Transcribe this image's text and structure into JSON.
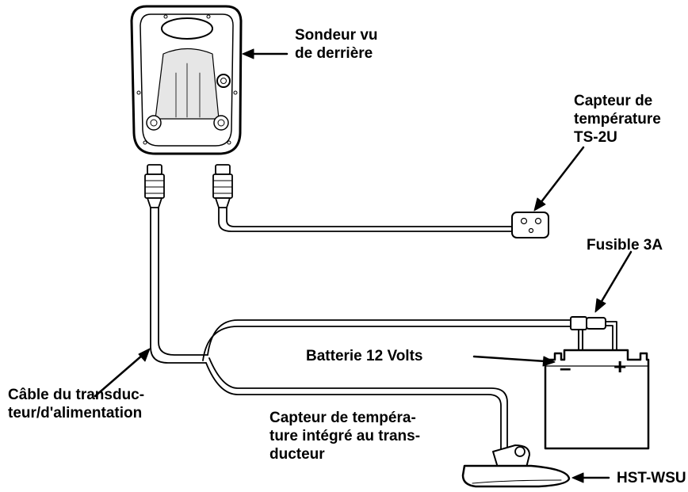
{
  "labels": {
    "sounder": [
      "Sondeur vu",
      "de derrière"
    ],
    "temp_sensor": [
      "Capteur de",
      "température",
      "TS-2U"
    ],
    "fuse": "Fusible 3A",
    "battery": "Batterie 12 Volts",
    "cable": [
      "Câble du transduc-",
      "teur/d'alimentation"
    ],
    "integrated": [
      "Capteur de tempéra-",
      "ture intégré au trans-",
      "ducteur"
    ],
    "transducer": "HST-WSU"
  },
  "battery_terminals": {
    "negative": "–",
    "positive": "+"
  },
  "colors": {
    "line": "#000000",
    "background": "#ffffff",
    "shading": "#d9d9d9"
  }
}
